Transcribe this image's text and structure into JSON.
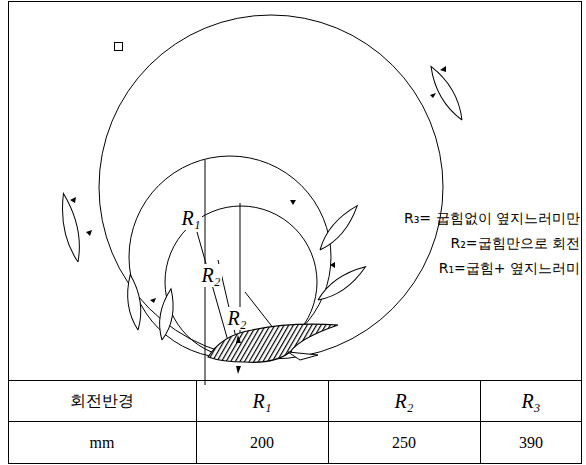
{
  "diagram": {
    "labels": [
      "R₁",
      "R₂",
      "R₂",
      "R₃= 굽힘없이 옆지느러미만",
      "R₂=굽힘만으로 회전",
      "R₁=굽힘+ 옆지느러미",
      "회전반경",
      "R₁",
      "R₂",
      "R₃",
      "mm",
      "200",
      "250",
      "390"
    ]
  }
}
